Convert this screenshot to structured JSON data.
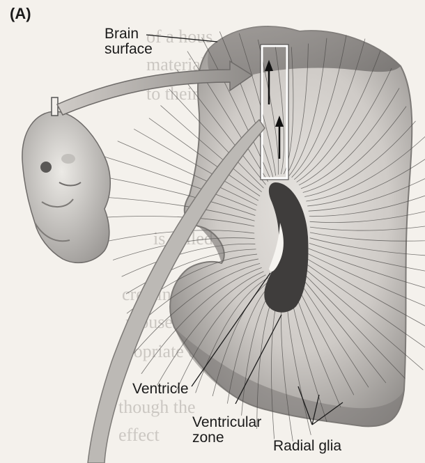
{
  "panel_label": "(A)",
  "labels": {
    "brain_surface_line1": "Brain",
    "brain_surface_line2": "surface",
    "ventricle": "Ventricle",
    "ventricular_zone_line1": "Ventricular",
    "ventricular_zone_line2": "zone",
    "radial_glia": "Radial glia"
  },
  "colors": {
    "background": "#f4f1ec",
    "tissue_light": "#d9d6d2",
    "tissue_mid": "#a8a5a2",
    "tissue_dark": "#6e6b69",
    "ventricle": "#3f3d3c",
    "glia_lines": "#4a4846",
    "box_stroke": "#ffffff"
  },
  "icons": [
    "embryo-illustration",
    "brain-section",
    "callout-arrow",
    "migration-arrow-icon"
  ]
}
